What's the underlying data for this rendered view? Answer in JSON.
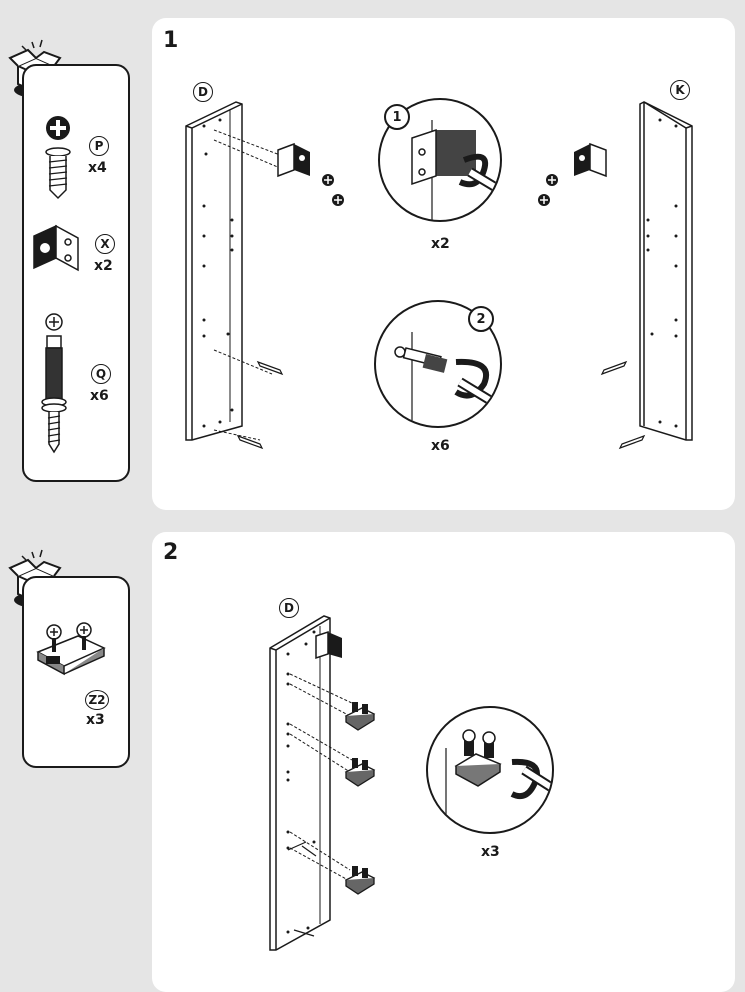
{
  "step1": {
    "number": "1",
    "parts": [
      {
        "id": "P",
        "qty": "x4",
        "icon": "cam-screw-icon"
      },
      {
        "id": "X",
        "qty": "x2",
        "icon": "bracket-icon"
      },
      {
        "id": "Q",
        "qty": "x6",
        "icon": "dowel-bolt-icon"
      }
    ],
    "panel_left_label": "D",
    "panel_right_label": "K",
    "detail1": {
      "badge": "1",
      "qty": "x2"
    },
    "detail2": {
      "badge": "2",
      "qty": "x6"
    }
  },
  "step2": {
    "number": "2",
    "parts": [
      {
        "id": "Z2",
        "qty": "x3",
        "icon": "hinge-plate-icon"
      }
    ],
    "panel_label": "D",
    "detail": {
      "qty": "x3"
    }
  }
}
